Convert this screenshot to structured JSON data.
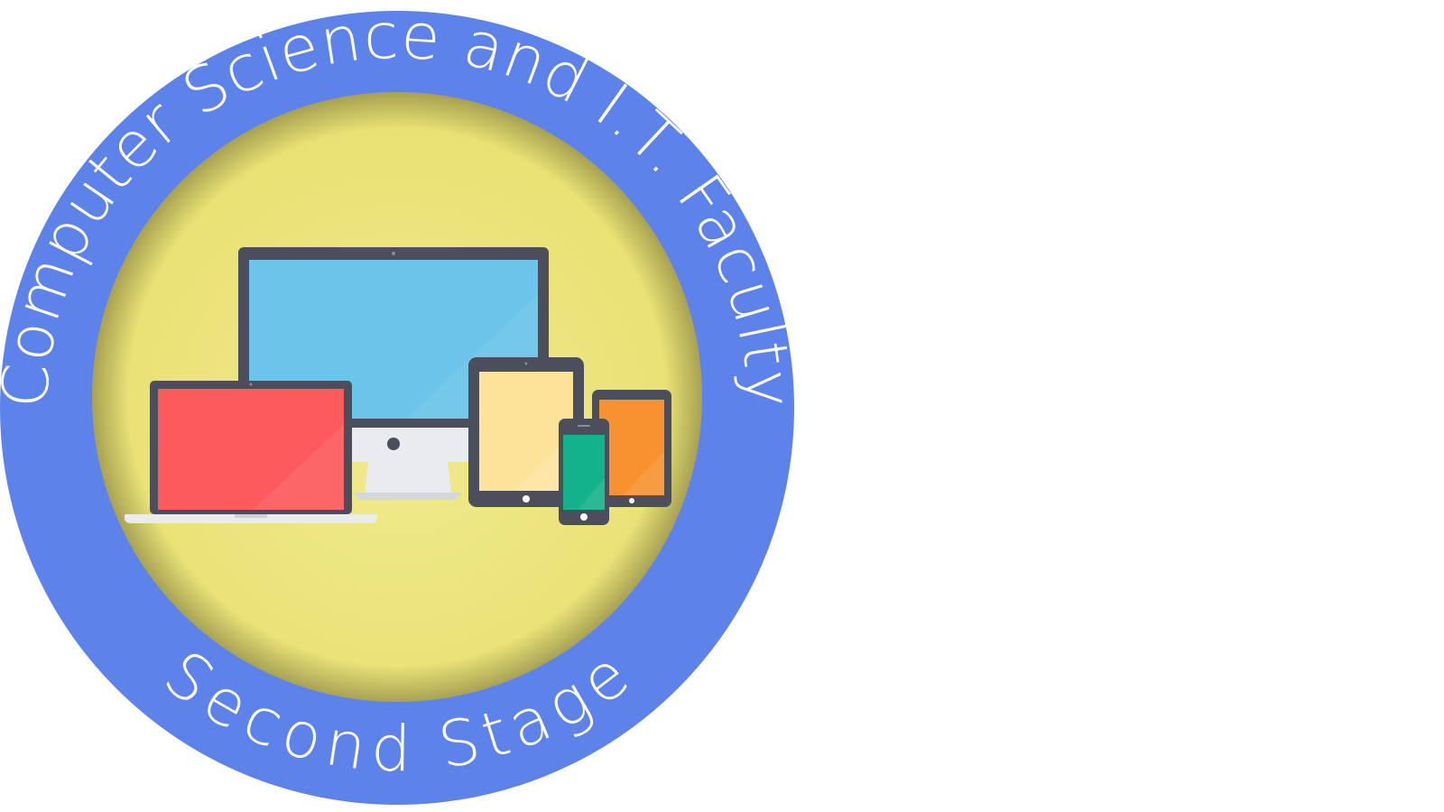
{
  "emblem": {
    "top_text": "Computer Science and I.T. Faculty",
    "bottom_text": "Second Stage",
    "icon": "devices-illustration",
    "colors": {
      "ring": "#5d82ea",
      "center": "#ece57f",
      "text": "#ffffff",
      "device_frame": "#4b4f5b",
      "monitor_screen": "#6bc4ea",
      "laptop_screen": "#fc5a5c",
      "tablet_screen": "#fde39a",
      "small_tablet_screen": "#f8912f",
      "phone_screen": "#13b28a",
      "stand": "#e9ebef"
    }
  }
}
